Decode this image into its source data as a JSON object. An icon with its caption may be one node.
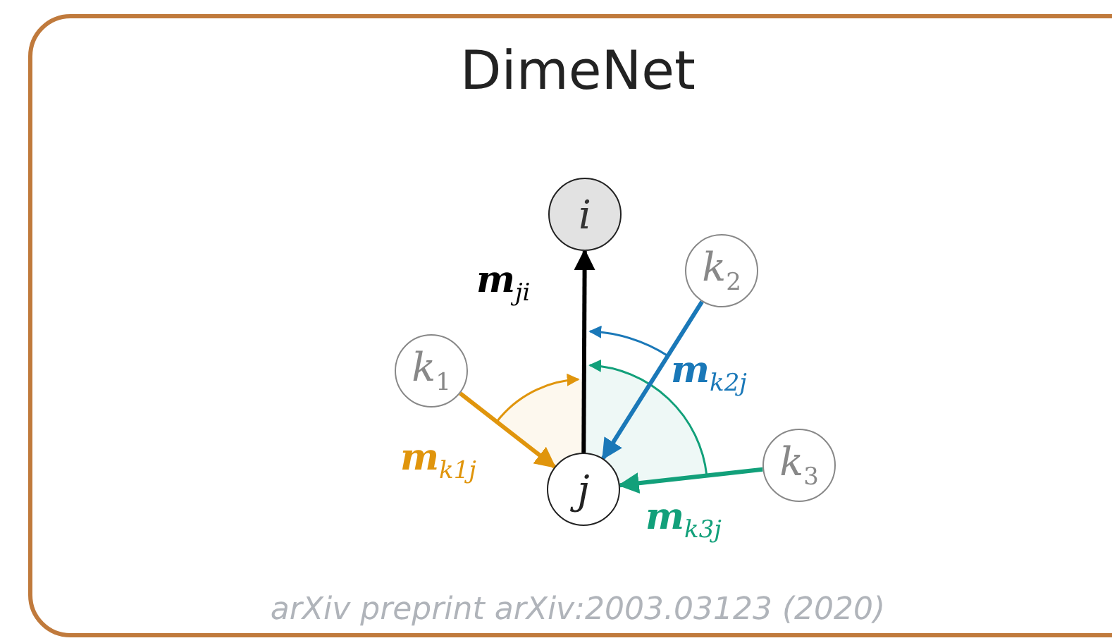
{
  "diagram": {
    "title": "DimeNet",
    "caption": "arXiv preprint arXiv:2003.03123 (2020)",
    "nodes": [
      {
        "text": [
          "i"
        ]
      },
      {
        "text": [
          "k$_{2}$"
        ]
      },
      {
        "text": [
          "k$_{1}$"
        ]
      },
      {
        "text": [
          "j"
        ]
      },
      {
        "text": [
          "k$_{3}$"
        ]
      }
    ],
    "edges": [
      {
        "from": 3,
        "to": 0,
        "arrow": "to",
        "label": "**m**$_{ji}$"
      },
      {
        "from": 1,
        "to": 3,
        "arrow": "to",
        "label": "**m**$_{k2j}$",
        "color": "#1a78b8"
      },
      {
        "from": 2,
        "to": 3,
        "arrow": "to",
        "label": "**m**$_{k1j}$",
        "color": "#e0950c"
      },
      {
        "from": 4,
        "to": 3,
        "arrow": "to",
        "label": "**m**$_{k3j}$",
        "color": "#12a07a"
      }
    ]
  }
}
